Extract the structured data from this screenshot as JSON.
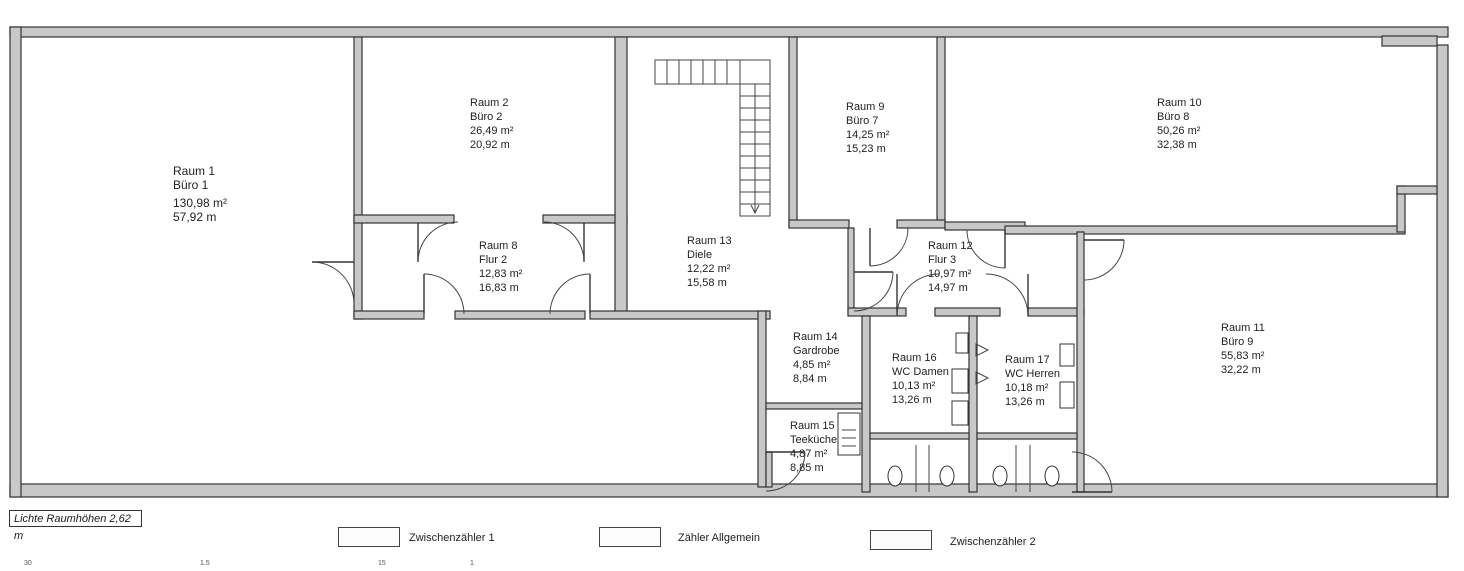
{
  "rooms": [
    {
      "id": "raum1",
      "name": "Raum 1",
      "use": "Büro 1",
      "area": "130,98 m²",
      "perimeter": "57,92 m"
    },
    {
      "id": "raum2",
      "name": "Raum 2",
      "use": "Büro 2",
      "area": "26,49 m²",
      "perimeter": "20,92 m"
    },
    {
      "id": "raum8",
      "name": "Raum 8",
      "use": "Flur 2",
      "area": "12,83 m²",
      "perimeter": "16,83 m"
    },
    {
      "id": "raum13",
      "name": "Raum 13",
      "use": "Diele",
      "area": "12,22 m²",
      "perimeter": "15,58 m"
    },
    {
      "id": "raum9",
      "name": "Raum 9",
      "use": "Büro 7",
      "area": "14,25 m²",
      "perimeter": "15,23 m"
    },
    {
      "id": "raum10",
      "name": "Raum 10",
      "use": "Büro 8",
      "area": "50,26 m²",
      "perimeter": "32,38 m"
    },
    {
      "id": "raum12",
      "name": "Raum 12",
      "use": "Flur 3",
      "area": "10,97 m²",
      "perimeter": "14,97 m"
    },
    {
      "id": "raum11",
      "name": "Raum 11",
      "use": "Büro 9",
      "area": "55,83 m²",
      "perimeter": "32,22 m"
    },
    {
      "id": "raum14",
      "name": "Raum 14",
      "use": "Gardrobe",
      "area": "4,85 m²",
      "perimeter": "8,84 m"
    },
    {
      "id": "raum15",
      "name": "Raum 15",
      "use": "Teeküche",
      "area": "4,87 m²",
      "perimeter": "8,85 m"
    },
    {
      "id": "raum16",
      "name": "Raum 16",
      "use": "WC Damen",
      "area": "10,13 m²",
      "perimeter": "13,26 m"
    },
    {
      "id": "raum17",
      "name": "Raum 17",
      "use": "WC Herren",
      "area": "10,18 m²",
      "perimeter": "13,26 m"
    }
  ],
  "note": "Lichte Raumhöhen 2,62 m",
  "legend": [
    {
      "label": "Zwischenzähler 1"
    },
    {
      "label": "Zähler Allgemein"
    },
    {
      "label": "Zwischenzähler 2"
    }
  ],
  "bottom_marks": [
    "30",
    "1.5",
    "15",
    "1"
  ]
}
